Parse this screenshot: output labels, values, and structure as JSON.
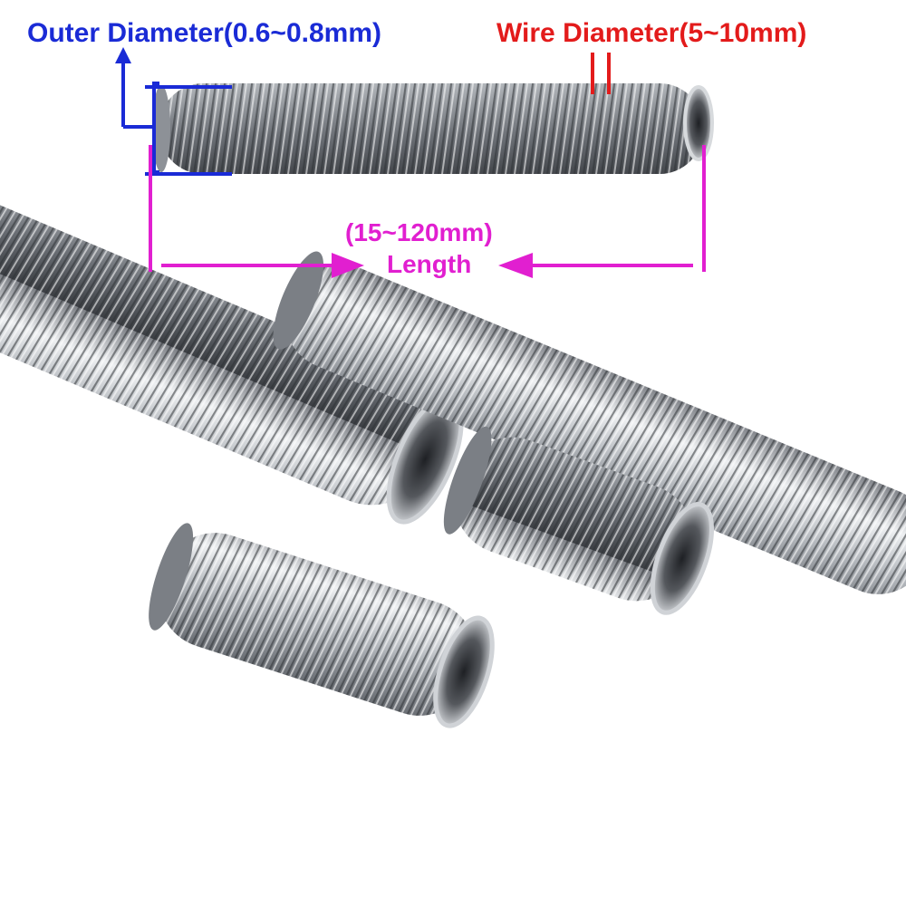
{
  "labels": {
    "outer_diameter": "Outer Diameter(0.6~0.8mm)",
    "wire_diameter": "Wire Diameter(5~10mm)",
    "length_range": "(15~120mm)",
    "length": "Length"
  },
  "colors": {
    "outer_diameter": "#1a2bd6",
    "wire_diameter": "#e31b1b",
    "length": "#e11fd0",
    "steel_dark": "#4a4d52",
    "steel_mid": "#9a9ea4",
    "steel_light": "#f2f3f5",
    "background": "#ffffff"
  },
  "subject": {
    "icon": "coil-spring-icon"
  }
}
